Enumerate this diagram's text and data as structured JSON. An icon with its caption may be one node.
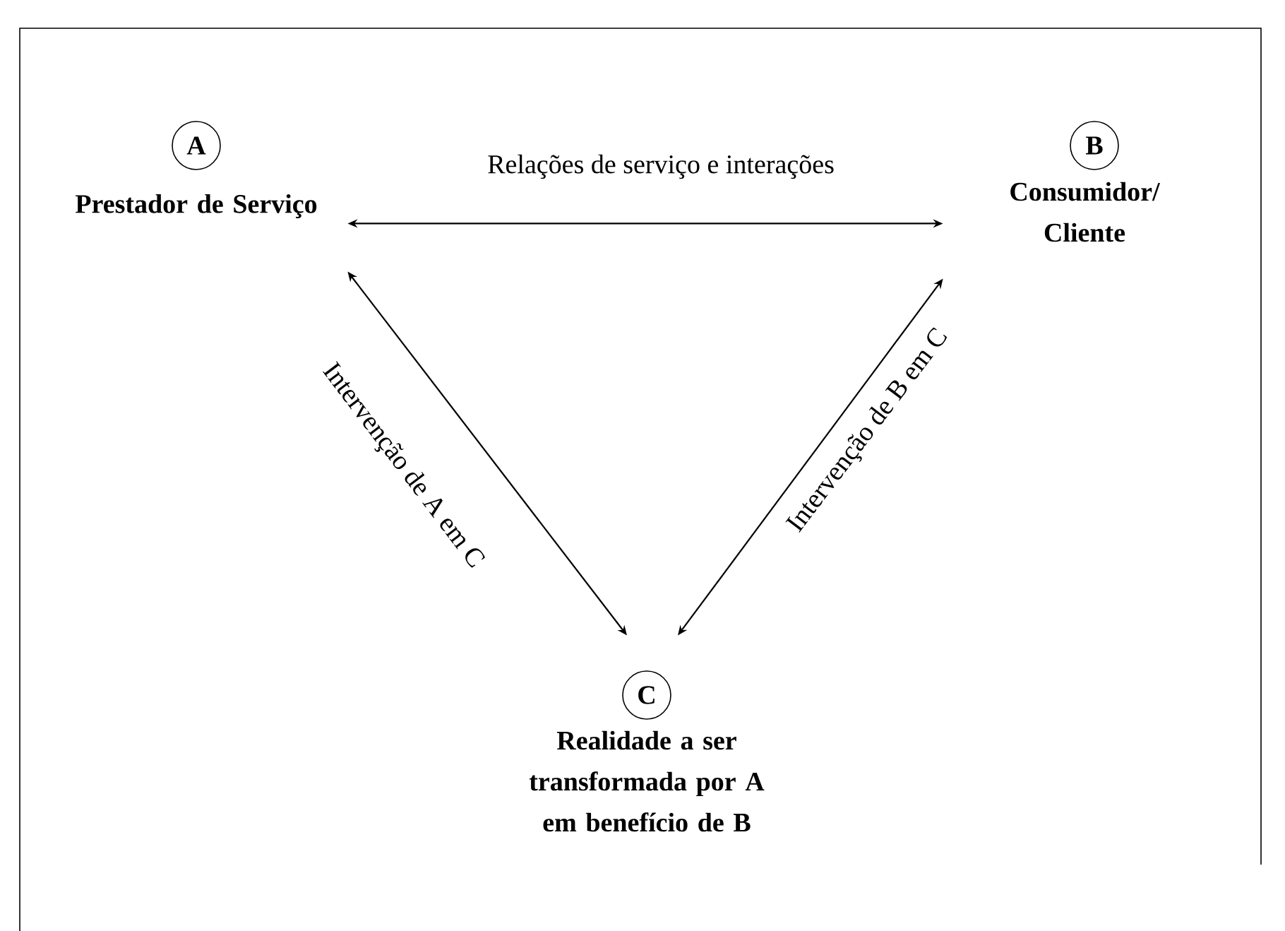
{
  "diagram": {
    "nodes": [
      {
        "text": [
          "A",
          "Prestador de Serviço"
        ]
      },
      {
        "text": [
          "B",
          "Consumidor/ Cliente"
        ]
      },
      {
        "text": [
          "C",
          "Realidade a ser transformada por A em benefício de B"
        ]
      }
    ],
    "edges": [
      {
        "from": 0,
        "to": 1,
        "arrow": "both",
        "label": "Relações de serviço e interações"
      },
      {
        "from": 0,
        "to": 2,
        "arrow": "both",
        "label": "Intervenção de A em C"
      },
      {
        "from": 1,
        "to": 2,
        "arrow": "both",
        "label": "Intervenção de B em C"
      }
    ]
  }
}
